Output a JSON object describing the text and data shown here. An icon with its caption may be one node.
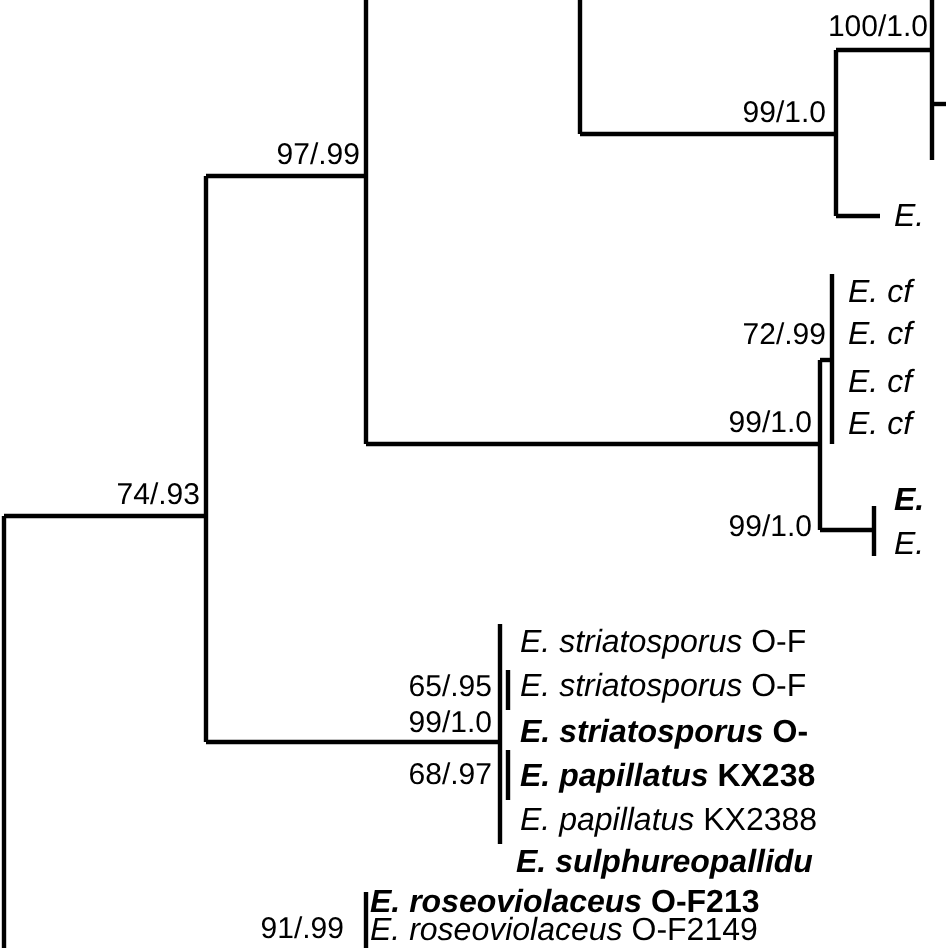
{
  "diagram": {
    "labels": [
      "100/1.0",
      "99/1.0",
      "E.",
      "97/.99",
      "E. cf",
      "72/.99",
      "E. cf",
      "E. cf",
      "99/1.0",
      "E. cf",
      "74/.93",
      "E.",
      "99/1.0",
      "E.",
      "*E. striatosporus* O-F",
      "65/.95",
      "*E. striatosporus* O-F",
      "*E. striatosporus* O-",
      "99/1.0",
      "*E. papillatus* KX238",
      "68/.97",
      "*E. papillatus* KX2388",
      "*E. sulphureopallidu*",
      "*E. roseoviolaceus* O-F213",
      "91/.99",
      "*E. roseoviolaceus* O-F2149"
    ]
  }
}
